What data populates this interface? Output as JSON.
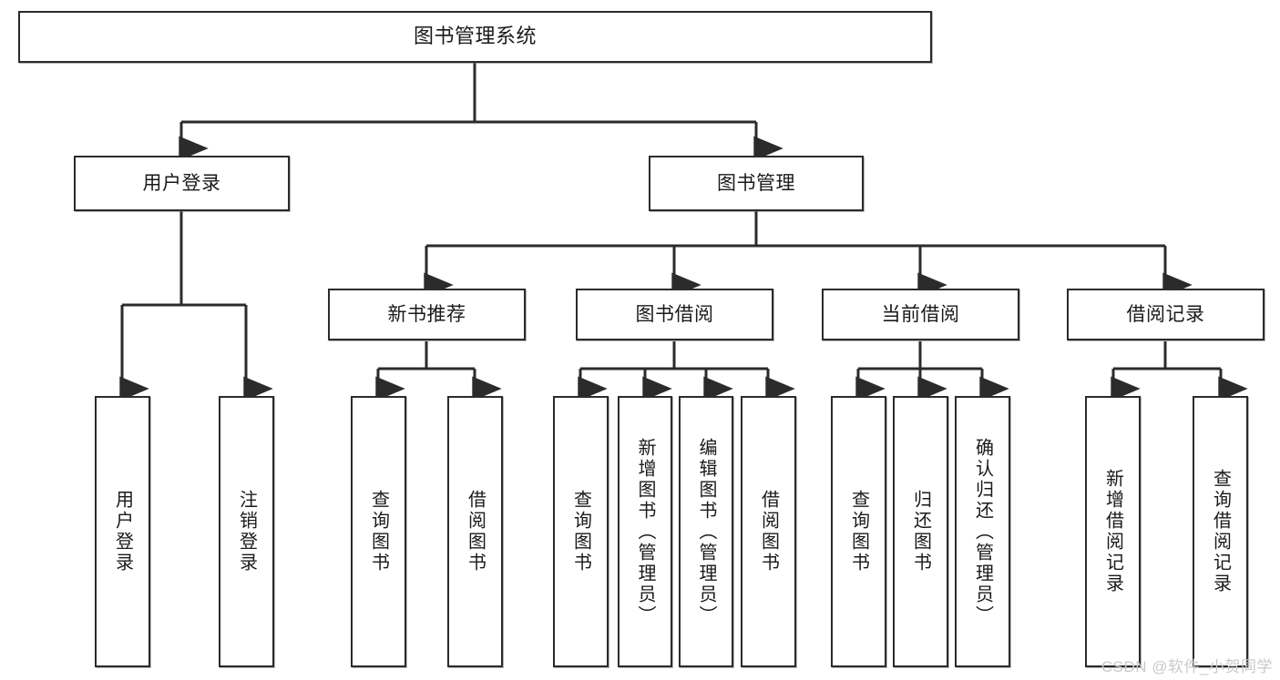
{
  "diagram": {
    "type": "tree",
    "title": "图书管理系统",
    "watermark": "CSDN @软件_小贺同学",
    "colors": {
      "box_border": "#2b2b2b",
      "box_fill": "#ffffff",
      "connector": "#2b2b2b",
      "text": "#1a1a1a",
      "watermark": "#c9c9c9",
      "background": "#ffffff"
    },
    "nodes": {
      "root": {
        "label": "图书管理系统"
      },
      "level1": [
        {
          "id": "user-login",
          "label": "用户登录"
        },
        {
          "id": "book-manage",
          "label": "图书管理"
        }
      ],
      "level2": [
        {
          "id": "new-book-recommend",
          "label": "新书推荐"
        },
        {
          "id": "book-borrow",
          "label": "图书借阅"
        },
        {
          "id": "current-borrow",
          "label": "当前借阅"
        },
        {
          "id": "borrow-record",
          "label": "借阅记录"
        }
      ],
      "leaves": {
        "user-login": [
          {
            "id": "leaf-user-login",
            "label": "用户登录"
          },
          {
            "id": "leaf-logout-login",
            "label": "注销登录"
          }
        ],
        "new-book-recommend": [
          {
            "id": "leaf-query-book-1",
            "label": "查询图书"
          },
          {
            "id": "leaf-borrow-book-1",
            "label": "借阅图书"
          }
        ],
        "book-borrow": [
          {
            "id": "leaf-query-book-2",
            "label": "查询图书"
          },
          {
            "id": "leaf-add-book-admin",
            "label": "新增图书（管理员）"
          },
          {
            "id": "leaf-edit-book-admin",
            "label": "编辑图书（管理员）"
          },
          {
            "id": "leaf-borrow-book-2",
            "label": "借阅图书"
          }
        ],
        "current-borrow": [
          {
            "id": "leaf-query-book-3",
            "label": "查询图书"
          },
          {
            "id": "leaf-return-book",
            "label": "归还图书"
          },
          {
            "id": "leaf-confirm-return-admin",
            "label": "确认归还（管理员）"
          }
        ],
        "borrow-record": [
          {
            "id": "leaf-add-borrow-record",
            "label": "新增借阅记录"
          },
          {
            "id": "leaf-query-borrow-record",
            "label": "查询借阅记录"
          }
        ]
      }
    }
  }
}
